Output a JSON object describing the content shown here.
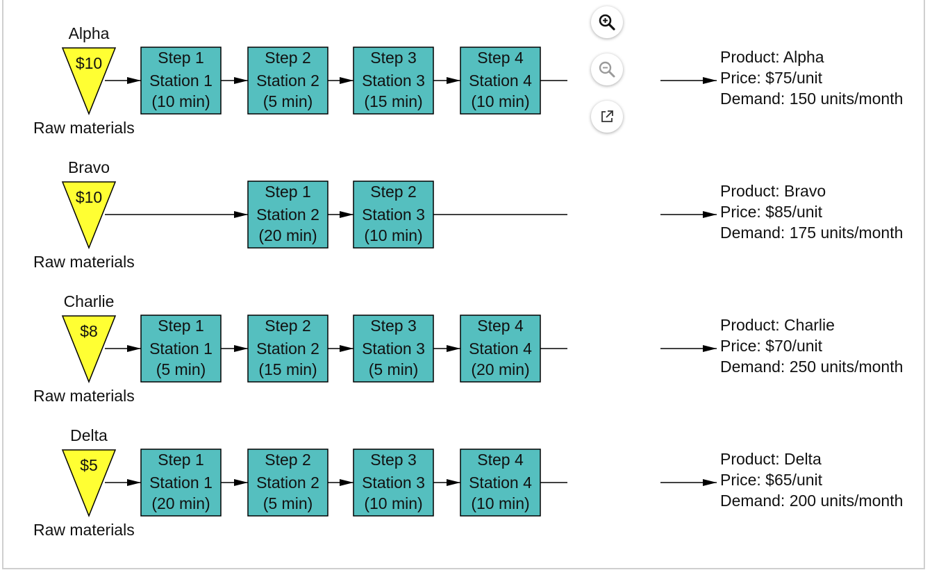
{
  "rows": [
    {
      "product": "Alpha",
      "cost": "$10",
      "raw_label": "Raw materials",
      "steps": [
        {
          "step": "Step 1",
          "station": "Station 1",
          "time": "(10 min)",
          "col": 0
        },
        {
          "step": "Step 2",
          "station": "Station 2",
          "time": "(5 min)",
          "col": 1
        },
        {
          "step": "Step 3",
          "station": "Station 3",
          "time": "(15 min)",
          "col": 2
        },
        {
          "step": "Step 4",
          "station": "Station 4",
          "time": "(10 min)",
          "col": 3
        }
      ],
      "info": [
        "Product: Alpha",
        "Price: $75/unit",
        "Demand: 150 units/month"
      ]
    },
    {
      "product": "Bravo",
      "cost": "$10",
      "raw_label": "Raw materials",
      "steps": [
        {
          "step": "Step 1",
          "station": "Station 2",
          "time": "(20 min)",
          "col": 1
        },
        {
          "step": "Step 2",
          "station": "Station 3",
          "time": "(10 min)",
          "col": 2
        }
      ],
      "info": [
        "Product: Bravo",
        "Price: $85/unit",
        "Demand: 175 units/month"
      ]
    },
    {
      "product": "Charlie",
      "cost": "$8",
      "raw_label": "Raw materials",
      "steps": [
        {
          "step": "Step 1",
          "station": "Station 1",
          "time": "(5 min)",
          "col": 0
        },
        {
          "step": "Step 2",
          "station": "Station 2",
          "time": "(15 min)",
          "col": 1
        },
        {
          "step": "Step 3",
          "station": "Station 3",
          "time": "(5 min)",
          "col": 2
        },
        {
          "step": "Step 4",
          "station": "Station 4",
          "time": "(20 min)",
          "col": 3
        }
      ],
      "info": [
        "Product: Charlie",
        "Price: $70/unit",
        "Demand: 250 units/month"
      ]
    },
    {
      "product": "Delta",
      "cost": "$5",
      "raw_label": "Raw materials",
      "steps": [
        {
          "step": "Step 1",
          "station": "Station 1",
          "time": "(20 min)",
          "col": 0
        },
        {
          "step": "Step 2",
          "station": "Station 2",
          "time": "(5 min)",
          "col": 1
        },
        {
          "step": "Step 3",
          "station": "Station 3",
          "time": "(10 min)",
          "col": 2
        },
        {
          "step": "Step 4",
          "station": "Station 4",
          "time": "(10 min)",
          "col": 3
        }
      ],
      "info": [
        "Product: Delta",
        "Price: $65/unit",
        "Demand: 200 units/month"
      ]
    }
  ],
  "colors": {
    "triangle_fill": "#ffff33",
    "box_fill": "#55bfbf",
    "stroke": "#000000"
  },
  "controls": {
    "zoom_in_icon": "zoom-in-icon",
    "zoom_out_icon": "zoom-out-icon",
    "open_external_icon": "open-external-icon"
  }
}
